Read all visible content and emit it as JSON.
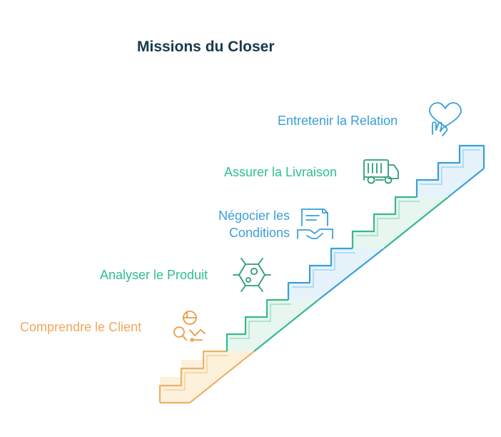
{
  "title": "Missions du Closer",
  "steps": [
    {
      "line1": "Comprendre le Client",
      "color": "#f0a95a",
      "icon": "client-research-icon"
    },
    {
      "line1": "Analyser le Produit",
      "color": "#2fbf8a",
      "icon": "molecule-icon"
    },
    {
      "line1": "Négocier les",
      "line2": "Conditions",
      "color": "#3a9fd8",
      "icon": "contract-handshake-icon"
    },
    {
      "line1": "Assurer la Livraison",
      "color": "#2fbf8a",
      "icon": "delivery-truck-icon"
    },
    {
      "line1": "Entretenir la Relation",
      "color": "#3a9fd8",
      "icon": "heart-hand-icon"
    }
  ]
}
